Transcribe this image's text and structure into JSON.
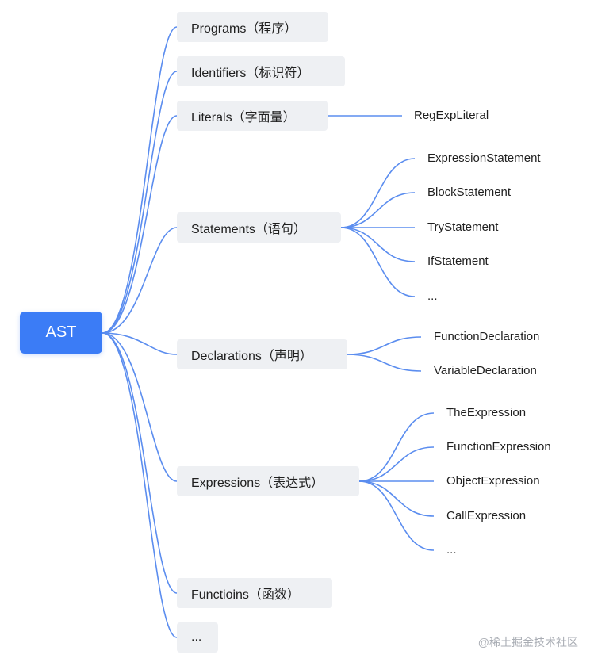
{
  "root": {
    "label": "AST"
  },
  "branches": [
    {
      "label": "Programs（程序）",
      "children": []
    },
    {
      "label": "Identifiers（标识符）",
      "children": []
    },
    {
      "label": "Literals（字面量）",
      "children": [
        "RegExpLiteral"
      ]
    },
    {
      "label": "Statements（语句）",
      "children": [
        "ExpressionStatement",
        "BlockStatement",
        "TryStatement",
        "IfStatement",
        "..."
      ]
    },
    {
      "label": "Declarations（声明）",
      "children": [
        "FunctionDeclaration",
        "VariableDeclaration"
      ]
    },
    {
      "label": "Expressions（表达式）",
      "children": [
        "TheExpression",
        "FunctionExpression",
        "ObjectExpression",
        "CallExpression",
        "..."
      ]
    },
    {
      "label": "Functioins（函数）",
      "children": []
    },
    {
      "label": "...",
      "children": []
    }
  ],
  "watermark": "@稀土掘金技术社区",
  "colors": {
    "root": "#3b7cf6",
    "line": "#5b8def",
    "node_bg": "#eef0f3"
  }
}
